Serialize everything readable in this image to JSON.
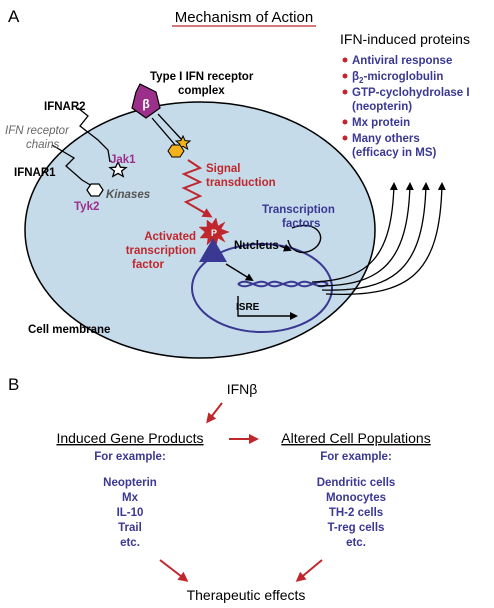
{
  "panel_a": {
    "label": "A",
    "title": "Mechanism of Action",
    "receptor": {
      "line1": "Type I IFN receptor",
      "line2": "complex",
      "beta_glyph": "β"
    },
    "ifnar2": "IFNAR2",
    "ifnar1": "IFNAR1",
    "receptor_chains": {
      "line1": "IFN receptor",
      "line2": "chains"
    },
    "jak1": "Jak1",
    "tyk2": "Tyk2",
    "kinases": "Kinases",
    "signal": {
      "line1": "Signal",
      "line2": "transduction"
    },
    "activated": {
      "line1": "Activated",
      "line2": "transcription",
      "line3": "factor"
    },
    "p_glyph": "P",
    "transcription_factors": {
      "line1": "Transcription",
      "line2": "factors"
    },
    "nucleus": "Nucleus",
    "isre": "ISRE",
    "cell_membrane": "Cell membrane",
    "proteins_title": "IFN-induced proteins",
    "proteins": [
      {
        "text": "Antiviral response"
      },
      {
        "text": "β",
        "sub": "2",
        "text2": "-microglobulin"
      },
      {
        "text": "GTP-cyclohydrolase I",
        "line2": "(neopterin)"
      },
      {
        "text": "Mx protein"
      },
      {
        "text": "Many others",
        "line2": "(efficacy in MS)"
      }
    ]
  },
  "panel_b": {
    "label": "B",
    "top": "IFNβ",
    "left_heading": "Induced Gene Products",
    "right_heading": "Altered Cell Populations",
    "left_example": "For example:",
    "right_example": "For example:",
    "left_items": [
      "Neopterin",
      "Mx",
      "IL-10",
      "Trail",
      "etc."
    ],
    "right_items": [
      "Dendritic cells",
      "Monocytes",
      "TH-2 cells",
      "T-reg cells",
      "etc."
    ],
    "bottom": "Therapeutic effects"
  },
  "colors": {
    "cell_fill": "#c5dbe9",
    "navy": "#3a3893",
    "red": "#c0272d",
    "magenta": "#9c2f8a",
    "gold": "#f3b21c"
  }
}
